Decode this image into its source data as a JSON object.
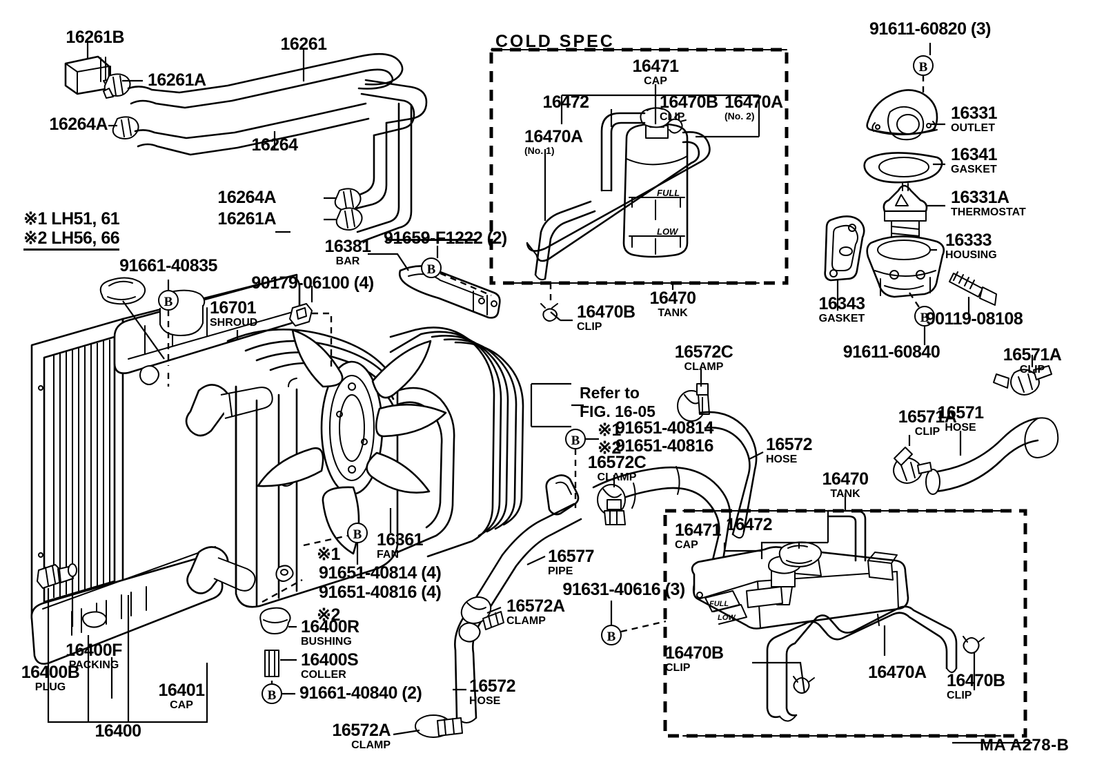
{
  "figure": {
    "corner_code": "MA  A278-B",
    "cold_spec_title": "COLD SPEC",
    "refer_line1": "Refer to",
    "refer_line2": "FIG. 16-05",
    "legend": {
      "line1": "※1 LH51, 61",
      "line2": "※2 LH56, 66"
    }
  },
  "labels": {
    "heater_pipe_group": [
      {
        "id": "16261B",
        "sub": ""
      },
      {
        "id": "16261A",
        "sub": ""
      },
      {
        "id": "16261",
        "sub": ""
      },
      {
        "id": "16264A",
        "sub": ""
      },
      {
        "id": "16264",
        "sub": ""
      },
      {
        "id": "16264A_2",
        "num": "16264A",
        "sub": ""
      },
      {
        "id": "16261A_2",
        "num": "16261A",
        "sub": ""
      }
    ],
    "cold_spec": [
      {
        "num": "16471",
        "sub": "CAP"
      },
      {
        "num": "16472",
        "sub": ""
      },
      {
        "num": "16470B",
        "sub": "CLIP"
      },
      {
        "num": "16470A",
        "sub": "(No. 2)"
      },
      {
        "num": "16470A",
        "sub": "(No. 1)"
      },
      {
        "num": "16470",
        "sub": "TANK"
      },
      {
        "num": "16470B",
        "sub": "CLIP"
      }
    ],
    "thermostat": [
      {
        "num": "91611-60820 (3)",
        "sub": ""
      },
      {
        "num": "16331",
        "sub": "OUTLET"
      },
      {
        "num": "16341",
        "sub": "GASKET"
      },
      {
        "num": "16331A",
        "sub": "THERMOSTAT"
      },
      {
        "num": "16333",
        "sub": "HOUSING"
      },
      {
        "num": "16343",
        "sub": "GASKET"
      },
      {
        "num": "90119-08108",
        "sub": ""
      },
      {
        "num": "91611-60840",
        "sub": ""
      }
    ],
    "radiator": [
      {
        "num": "91661-40835",
        "sub": ""
      },
      {
        "num": "16701",
        "sub": "SHROUD"
      },
      {
        "num": "90179-06100 (4)",
        "sub": ""
      },
      {
        "num": "16381",
        "sub": "BAR"
      },
      {
        "num": "91659-F1222 (2)",
        "sub": ""
      },
      {
        "num": "16361",
        "sub": "FAN"
      },
      {
        "num": "16400F",
        "sub": "PACKING"
      },
      {
        "num": "16400B",
        "sub": "PLUG"
      },
      {
        "num": "16401",
        "sub": "CAP"
      },
      {
        "num": "16400",
        "sub": ""
      },
      {
        "num": "16400R",
        "sub": "BUSHING"
      },
      {
        "num": "16400S",
        "sub": "COLLER"
      },
      {
        "num": "91661-40840 (2)",
        "sub": ""
      }
    ],
    "hoses": [
      {
        "num": "16572C",
        "sub": "CLAMP"
      },
      {
        "num": "16572",
        "sub": "HOSE"
      },
      {
        "num": "16572C",
        "sub": "CLAMP"
      },
      {
        "num": "16577",
        "sub": "PIPE"
      },
      {
        "num": "16572A",
        "sub": "CLAMP"
      },
      {
        "num": "16572",
        "sub": "HOSE"
      },
      {
        "num": "16572A",
        "sub": "CLAMP"
      },
      {
        "num": "91631-40616 (3)",
        "sub": ""
      },
      {
        "num": "16571A",
        "sub": "CLIP"
      },
      {
        "num": "16571",
        "sub": "HOSE"
      },
      {
        "num": "16571A",
        "sub": "CLIP"
      },
      {
        "num": "16470",
        "sub": "TANK"
      }
    ],
    "starred_bolts": {
      "mark1": "※1",
      "mark2": "※2",
      "fan_bolt_1": "91651-40814 (4)",
      "fan_bolt_2": "91651-40816 (4)",
      "pipe_bolt_1": "91651-40814",
      "pipe_bolt_2": "91651-40816"
    },
    "expansion_tank_box": [
      {
        "num": "16471",
        "sub": "CAP"
      },
      {
        "num": "16472",
        "sub": ""
      },
      {
        "num": "16470B",
        "sub": "CLIP"
      },
      {
        "num": "16470A",
        "sub": ""
      },
      {
        "num": "16470B",
        "sub": "CLIP"
      }
    ]
  },
  "callouts": {
    "l16261B": "16261B",
    "l16261A": "16261A",
    "l16261": "16261",
    "l16264A": "16264A",
    "l16264": "16264",
    "l16264A2": "16264A",
    "l16261A2": "16261A",
    "c16471": "16471",
    "c16471s": "CAP",
    "c16472": "16472",
    "c16470B": "16470B",
    "c16470Bs": "CLIP",
    "c16470A2": "16470A",
    "c16470A2s": "(No. 2)",
    "c16470A1": "16470A",
    "c16470A1s": "(No. 1)",
    "c16470": "16470",
    "c16470s": "TANK",
    "c16470Bc": "16470B",
    "c16470Bcs": "CLIP",
    "t91611_60820": "91611-60820 (3)",
    "t16331": "16331",
    "t16331s": "OUTLET",
    "t16341": "16341",
    "t16341s": "GASKET",
    "t16331A": "16331A",
    "t16331As": "THERMOSTAT",
    "t16333": "16333",
    "t16333s": "HOUSING",
    "t16343": "16343",
    "t16343s": "GASKET",
    "t90119": "90119-08108",
    "t91611_60840": "91611-60840",
    "r91661_40835": "91661-40835",
    "r16701": "16701",
    "r16701s": "SHROUD",
    "r90179": "90179-06100 (4)",
    "r16381": "16381",
    "r16381s": "BAR",
    "r91659": "91659-F1222 (2)",
    "r16361": "16361",
    "r16361s": "FAN",
    "r16400F": "16400F",
    "r16400Fs": "PACKING",
    "r16400B": "16400B",
    "r16400Bs": "PLUG",
    "r16401": "16401",
    "r16401s": "CAP",
    "r16400": "16400",
    "r16400R": "16400R",
    "r16400Rs": "BUSHING",
    "r16400S": "16400S",
    "r16400Ss": "COLLER",
    "r91661_40840": "91661-40840 (2)",
    "h16572C1": "16572C",
    "h16572C1s": "CLAMP",
    "h16572h": "16572",
    "h16572hs": "HOSE",
    "h16572C2": "16572C",
    "h16572C2s": "CLAMP",
    "h16577": "16577",
    "h16577s": "PIPE",
    "h16572A1": "16572A",
    "h16572A1s": "CLAMP",
    "h16572h2": "16572",
    "h16572h2s": "HOSE",
    "h16572A2": "16572A",
    "h16572A2s": "CLAMP",
    "h91631": "91631-40616 (3)",
    "h16571A1": "16571A",
    "h16571A1s": "CLIP",
    "h16571": "16571",
    "h16571s": "HOSE",
    "h16571A2": "16571A",
    "h16571A2s": "CLIP",
    "h16470t": "16470",
    "h16470ts": "TANK",
    "e16471": "16471",
    "e16471s": "CAP",
    "e16472": "16472",
    "e16470B1": "16470B",
    "e16470B1s": "CLIP",
    "e16470A": "16470A",
    "e16470B2": "16470B",
    "e16470B2s": "CLIP",
    "mark1": "※1",
    "mark2": "※2",
    "fanbolt1": "91651-40814 (4)",
    "fanbolt2": "91651-40816 (4)",
    "pipemark1": "※1",
    "pipemark2": "※2",
    "pipebolt1": "91651-40814",
    "pipebolt2": "91651-40816"
  }
}
